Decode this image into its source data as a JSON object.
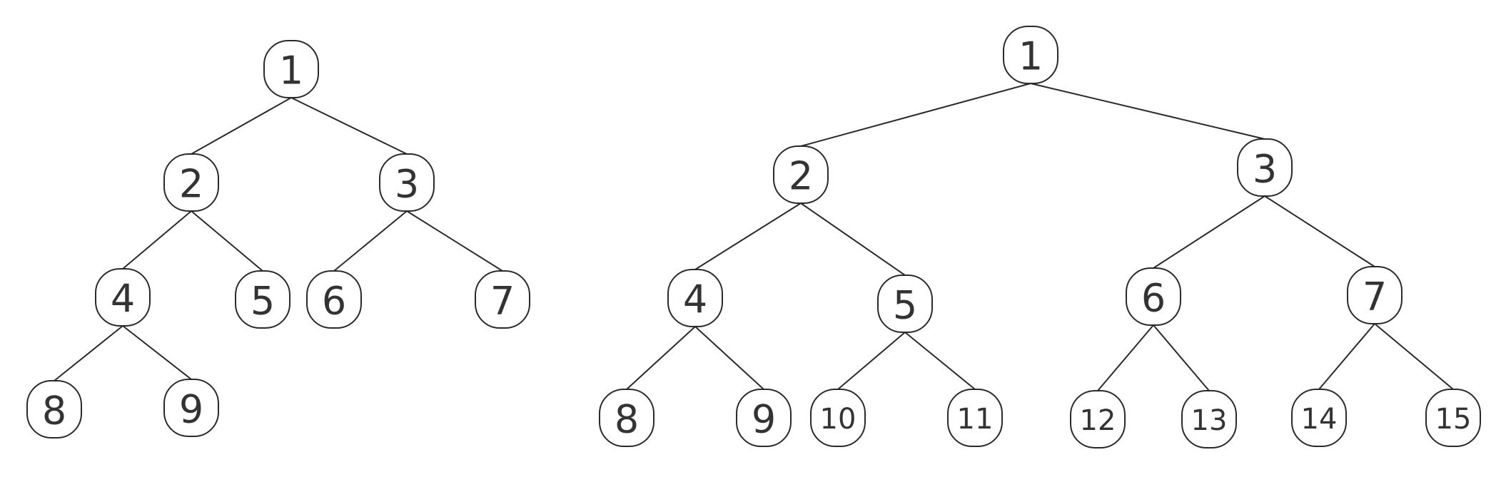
{
  "trees": [
    {
      "nodes": [
        {
          "id": "a1",
          "label": "1"
        },
        {
          "id": "a2",
          "label": "2"
        },
        {
          "id": "a3",
          "label": "3"
        },
        {
          "id": "a4",
          "label": "4"
        },
        {
          "id": "a5",
          "label": "5"
        },
        {
          "id": "a6",
          "label": "6"
        },
        {
          "id": "a7",
          "label": "7"
        },
        {
          "id": "a8",
          "label": "8"
        },
        {
          "id": "a9",
          "label": "9"
        }
      ],
      "edges": [
        [
          "a1",
          "a2"
        ],
        [
          "a1",
          "a3"
        ],
        [
          "a2",
          "a4"
        ],
        [
          "a2",
          "a5"
        ],
        [
          "a3",
          "a6"
        ],
        [
          "a3",
          "a7"
        ],
        [
          "a4",
          "a8"
        ],
        [
          "a4",
          "a9"
        ]
      ]
    },
    {
      "nodes": [
        {
          "id": "b1",
          "label": "1"
        },
        {
          "id": "b2",
          "label": "2"
        },
        {
          "id": "b3",
          "label": "3"
        },
        {
          "id": "b4",
          "label": "4"
        },
        {
          "id": "b5",
          "label": "5"
        },
        {
          "id": "b6",
          "label": "6"
        },
        {
          "id": "b7",
          "label": "7"
        },
        {
          "id": "b8",
          "label": "8"
        },
        {
          "id": "b9",
          "label": "9"
        },
        {
          "id": "b10",
          "label": "10"
        },
        {
          "id": "b11",
          "label": "11"
        },
        {
          "id": "b12",
          "label": "12"
        },
        {
          "id": "b13",
          "label": "13"
        },
        {
          "id": "b14",
          "label": "14"
        },
        {
          "id": "b15",
          "label": "15"
        }
      ],
      "edges": [
        [
          "b1",
          "b2"
        ],
        [
          "b1",
          "b3"
        ],
        [
          "b2",
          "b4"
        ],
        [
          "b2",
          "b5"
        ],
        [
          "b3",
          "b6"
        ],
        [
          "b3",
          "b7"
        ],
        [
          "b4",
          "b8"
        ],
        [
          "b4",
          "b9"
        ],
        [
          "b5",
          "b10"
        ],
        [
          "b5",
          "b11"
        ],
        [
          "b6",
          "b12"
        ],
        [
          "b6",
          "b13"
        ],
        [
          "b7",
          "b14"
        ],
        [
          "b7",
          "b15"
        ]
      ]
    }
  ]
}
